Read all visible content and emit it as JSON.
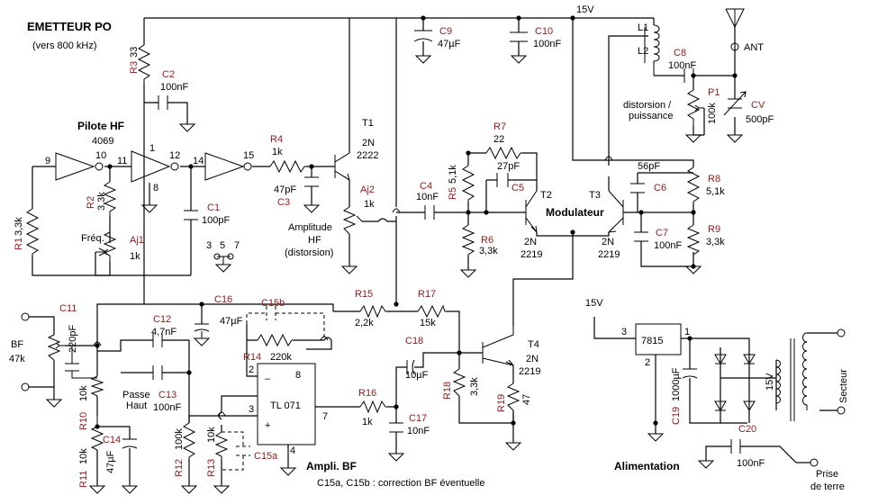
{
  "title": "EMETTEUR PO",
  "subtitle": "(vers 800 kHz)",
  "sections": {
    "pilot": "Pilote HF",
    "pilot_ic": "4069",
    "modulator": "Modulateur",
    "ampli": "Ampli. BF",
    "supply": "Alimentation",
    "note": "C15a, C15b : correction BF éventuelle"
  },
  "labels": {
    "v15_top": "15V",
    "v15_supply": "15V",
    "ant": "ANT",
    "dist_puiss_1": "distorsion /",
    "dist_puiss_2": "puissance",
    "ampl_1": "Amplitude",
    "ampl_2": "HF",
    "ampl_3": "(distorsion)",
    "freq": "Fréq.",
    "passe_1": "Passe",
    "passe_2": "Haut",
    "bf": "BF",
    "bf_val": "47k",
    "secteur": "Secteur",
    "prise_1": "Prise",
    "prise_2": "de terre",
    "reg": "7815",
    "opamp": "TL 071",
    "tr_15v": "15V",
    "pin_9": "9",
    "pin_10": "10",
    "pin_11": "11",
    "pin_1": "1",
    "pin_12": "12",
    "pin_8": "8",
    "pin_14": "14",
    "pin_15": "15",
    "pin_3": "3",
    "pin_5": "5",
    "pin_7": "7",
    "op_2": "2",
    "op_3": "3",
    "op_4": "4",
    "op_7": "7",
    "op_8": "8",
    "op_minus": "–",
    "op_plus": "+",
    "reg_1": "1",
    "reg_2": "2",
    "reg_3": "3"
  },
  "components": {
    "R1": {
      "ref": "R1",
      "val": "3,3k"
    },
    "R2": {
      "ref": "R2",
      "val": "3,3k"
    },
    "R3": {
      "ref": "R3",
      "val": "33"
    },
    "R4": {
      "ref": "R4",
      "val": "1k"
    },
    "R5": {
      "ref": "R5",
      "val": "5,1k"
    },
    "R6": {
      "ref": "R6",
      "val": "3,3k"
    },
    "R7": {
      "ref": "R7",
      "val": "22"
    },
    "R8": {
      "ref": "R8",
      "val": "5,1k"
    },
    "R9": {
      "ref": "R9",
      "val": "3,3k"
    },
    "R10": {
      "ref": "R10",
      "val": "10k"
    },
    "R11": {
      "ref": "R11",
      "val": "10k"
    },
    "R12": {
      "ref": "R12",
      "val": "100k"
    },
    "R13": {
      "ref": "R13",
      "val": "10k"
    },
    "R14": {
      "ref": "R14",
      "val": "220k"
    },
    "R15": {
      "ref": "R15",
      "val": "2,2k"
    },
    "R16": {
      "ref": "R16",
      "val": "1k"
    },
    "R17": {
      "ref": "R17",
      "val": "15k"
    },
    "R18": {
      "ref": "R18",
      "val": "3,3k"
    },
    "R19": {
      "ref": "R19",
      "val": "47"
    },
    "C1": {
      "ref": "C1",
      "val": "100pF"
    },
    "C2": {
      "ref": "C2",
      "val": "100nF"
    },
    "C3": {
      "ref": "C3",
      "val": "47pF"
    },
    "C4": {
      "ref": "C4",
      "val": "10nF"
    },
    "C5": {
      "ref": "C5",
      "val": "27pF"
    },
    "C6": {
      "ref": "C6",
      "val": "56pF"
    },
    "C7": {
      "ref": "C7",
      "val": "100nF"
    },
    "C8": {
      "ref": "C8",
      "val": "100nF"
    },
    "C9": {
      "ref": "C9",
      "val": "47µF"
    },
    "C10": {
      "ref": "C10",
      "val": "100nF"
    },
    "C11": {
      "ref": "C11",
      "val": "220pF"
    },
    "C12": {
      "ref": "C12",
      "val": "4,7nF"
    },
    "C13": {
      "ref": "C13",
      "val": "100nF"
    },
    "C14": {
      "ref": "C14",
      "val": "47µF"
    },
    "C15a": {
      "ref": "C15a"
    },
    "C15b": {
      "ref": "C15b"
    },
    "C16": {
      "ref": "C16",
      "val": "47µF"
    },
    "C17": {
      "ref": "C17",
      "val": "10nF"
    },
    "C18": {
      "ref": "C18",
      "val": "10µF"
    },
    "C19": {
      "ref": "C19",
      "val": "1000µF"
    },
    "C20": {
      "ref": "C20",
      "val": "100nF"
    },
    "CV": {
      "ref": "CV",
      "val": "500pF"
    },
    "P1": {
      "ref": "P1",
      "val": "100k"
    },
    "Aj1": {
      "ref": "Aj1",
      "val": "1k"
    },
    "Aj2": {
      "ref": "Aj2",
      "val": "1k"
    },
    "L1": {
      "ref": "L1"
    },
    "L2": {
      "ref": "L2"
    },
    "T1": {
      "ref": "T1",
      "type1": "2N",
      "type2": "2222"
    },
    "T2": {
      "ref": "T2",
      "type1": "2N",
      "type2": "2219"
    },
    "T3": {
      "ref": "T3",
      "type1": "2N",
      "type2": "2219"
    },
    "T4": {
      "ref": "T4",
      "type1": "2N",
      "type2": "2219"
    }
  }
}
